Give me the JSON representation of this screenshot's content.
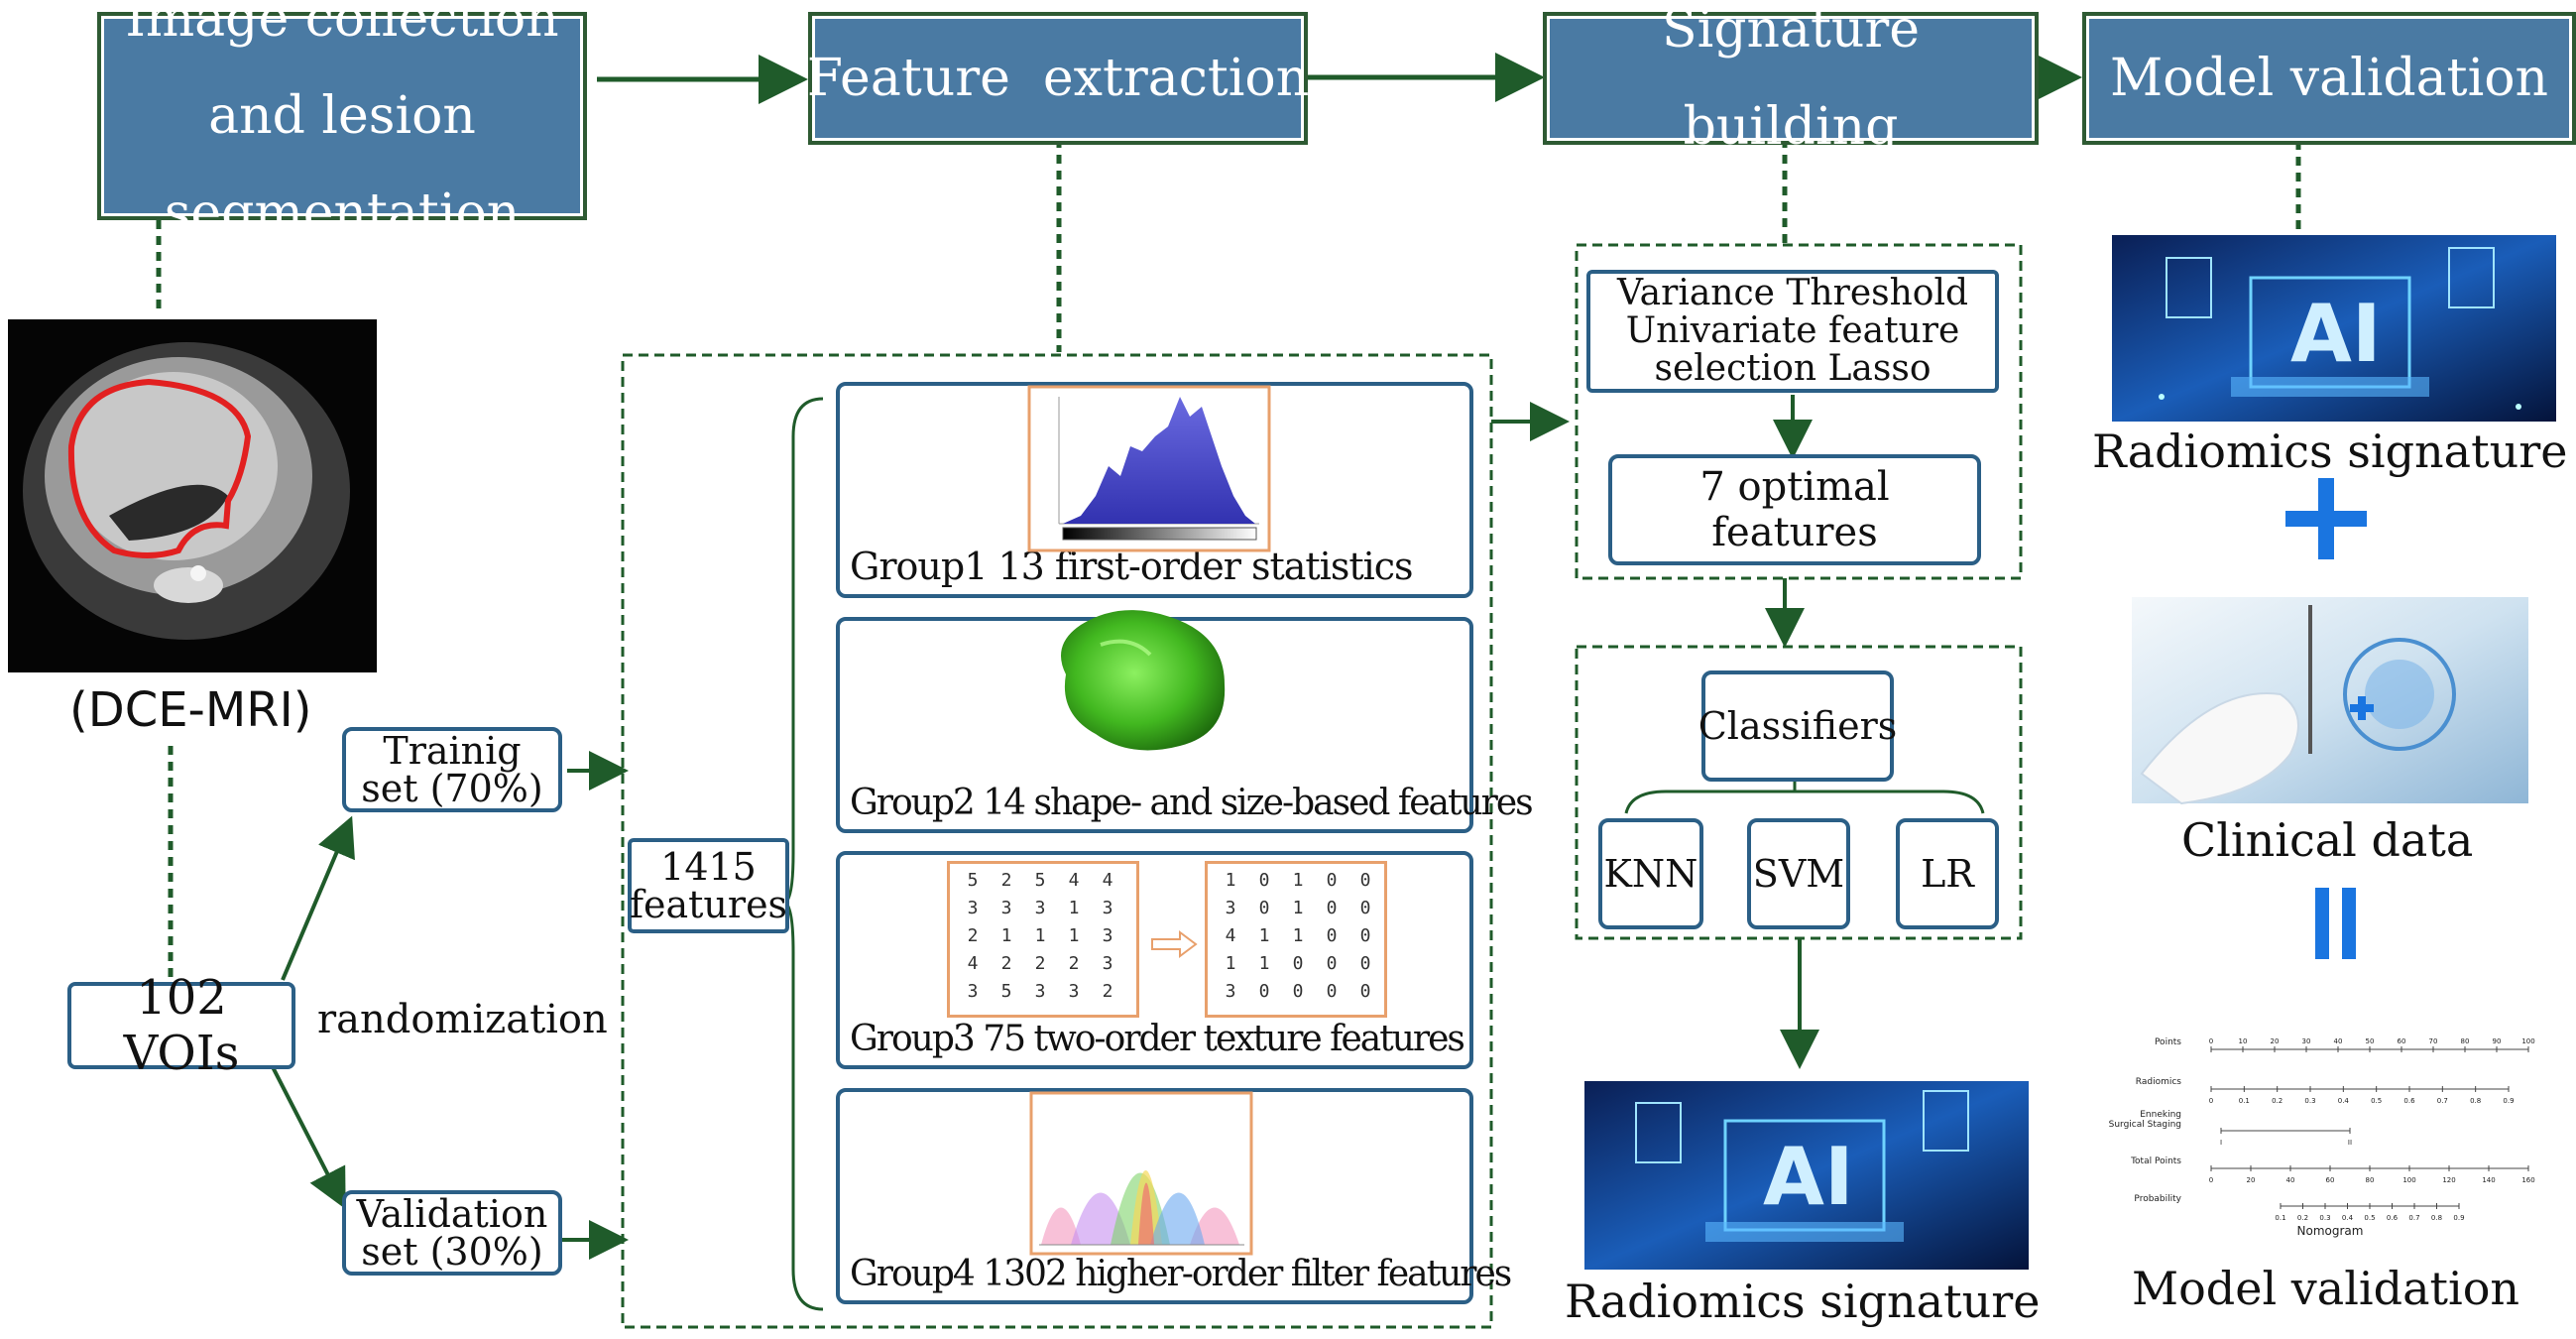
{
  "headers": {
    "image_collection": "Image collection and lesion segmentation",
    "feature_extraction": "Feature  extraction",
    "signature_building": "Signature building",
    "model_validation": "Model validation"
  },
  "left": {
    "mri_caption": "(DCE-MRI)",
    "vois": "102 VOIs",
    "randomization": "randomization",
    "training_set": "Trainig set (70%)",
    "validation_set": "Validation set (30%)"
  },
  "features": {
    "total": "1415 features",
    "group1": "Group1  13 first-order statistics",
    "group2": "Group2  14 shape- and size-based features",
    "group3": "Group3   75 two-order texture features",
    "group4": "Group4  1302 higher-order filter features",
    "matrix_left": [
      [
        "5",
        "2",
        "5",
        "4",
        "4"
      ],
      [
        "3",
        "3",
        "3",
        "1",
        "3"
      ],
      [
        "2",
        "1",
        "1",
        "1",
        "3"
      ],
      [
        "4",
        "2",
        "2",
        "2",
        "3"
      ],
      [
        "3",
        "5",
        "3",
        "3",
        "2"
      ]
    ],
    "matrix_right": [
      [
        "1",
        "0",
        "1",
        "0",
        "0"
      ],
      [
        "3",
        "0",
        "1",
        "0",
        "0"
      ],
      [
        "4",
        "1",
        "1",
        "0",
        "0"
      ],
      [
        "1",
        "1",
        "0",
        "0",
        "0"
      ],
      [
        "3",
        "0",
        "0",
        "0",
        "0"
      ]
    ]
  },
  "signature": {
    "selection": "Variance Threshold Univariate feature selection Lasso",
    "optimal": "7 optimal features",
    "classifiers": "Classifiers",
    "knn": "KNN",
    "svm": "SVM",
    "lr": "LR",
    "radiomics_signature": "Radiomics signature"
  },
  "validation": {
    "radiomics_signature": "Radiomics signature",
    "clinical_data": "Clinical data",
    "model_validation": "Model validation",
    "ai_text": "AI",
    "nomogram_title": "Nomogram",
    "nomogram_rows": [
      "Points",
      "Radiomics",
      "Enneking Surgical Staging",
      "Total Points",
      "Probability"
    ],
    "nomogram_points_ticks": [
      "0",
      "10",
      "20",
      "30",
      "40",
      "50",
      "60",
      "70",
      "80",
      "90",
      "100"
    ],
    "nomogram_radiomics_ticks": [
      "0",
      "0.1",
      "0.2",
      "0.3",
      "0.4",
      "0.5",
      "0.6",
      "0.7",
      "0.8",
      "0.9"
    ],
    "nomogram_total_ticks": [
      "0",
      "20",
      "40",
      "60",
      "80",
      "100",
      "120",
      "140",
      "160"
    ],
    "nomogram_prob_ticks": [
      "0.1",
      "0.2",
      "0.3",
      "0.4",
      "0.5",
      "0.6",
      "0.7",
      "0.8",
      "0.9"
    ],
    "nomogram_stage_ticks": [
      "I",
      "II"
    ]
  },
  "colors": {
    "header_fill": "#4a7aa3",
    "header_border": "#2e5a33",
    "box_border": "#2b5f86",
    "arrow": "#1f5b2a",
    "plus_sign": "#1a75e0",
    "equals_sign": "#1a75e0"
  }
}
